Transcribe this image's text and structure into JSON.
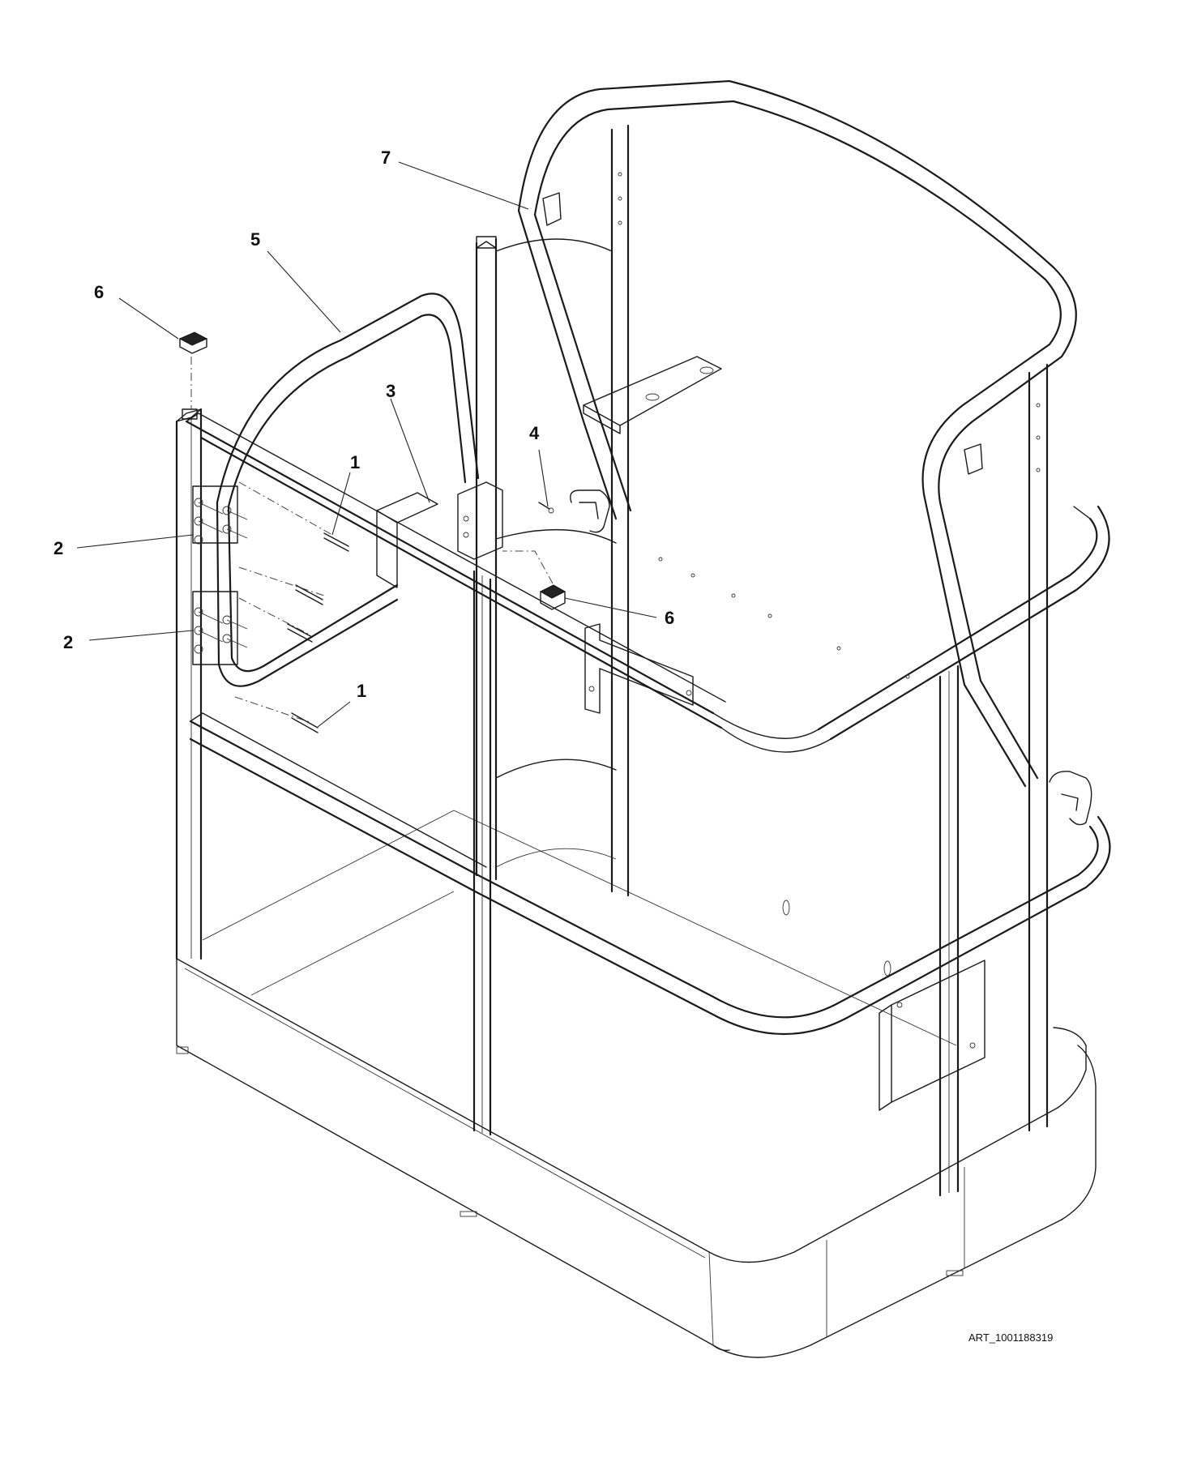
{
  "callouts": [
    {
      "id": "c7",
      "label": "7"
    },
    {
      "id": "c5",
      "label": "5"
    },
    {
      "id": "c6a",
      "label": "6"
    },
    {
      "id": "c3",
      "label": "3"
    },
    {
      "id": "c4",
      "label": "4"
    },
    {
      "id": "c1a",
      "label": "1"
    },
    {
      "id": "c2a",
      "label": "2"
    },
    {
      "id": "c6b",
      "label": "6"
    },
    {
      "id": "c2b",
      "label": "2"
    },
    {
      "id": "c1b",
      "label": "1"
    }
  ],
  "art_number": "ART_1001188319"
}
